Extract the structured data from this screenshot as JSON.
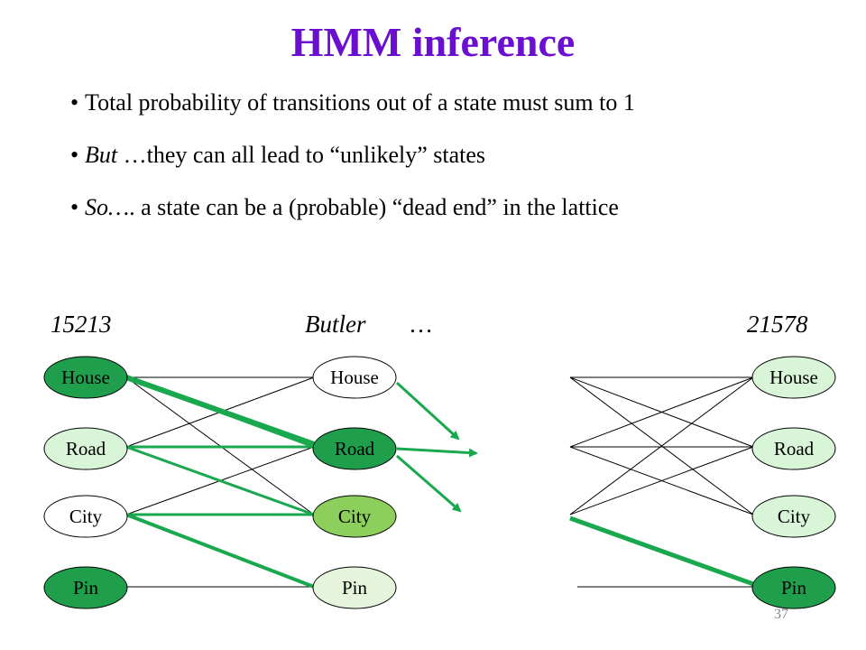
{
  "slide": {
    "title": "HMM inference",
    "bullets": [
      {
        "lead": "",
        "text": "Total probability of transitions out of a state must sum to 1"
      },
      {
        "lead": "But",
        "text": " …they can all lead to “unlikely” states"
      },
      {
        "lead": "So…",
        "text": ". a state can be a (probable) “dead end” in the lattice"
      }
    ],
    "page_number": "37"
  },
  "lattice": {
    "column_labels": {
      "col1": "15213",
      "col2": "Butler",
      "ellipsis": "…",
      "col3": "21578"
    },
    "states": [
      "House",
      "Road",
      "City",
      "Pin"
    ],
    "colors": {
      "dark_green": "#1f9e4c",
      "mid_green": "#8ccf5c",
      "light_green": "#d8f5d8",
      "pale_green": "#e6f4dc",
      "white": "#ffffff",
      "highlight_edge": "#1aa84f",
      "edge": "#000000"
    }
  }
}
